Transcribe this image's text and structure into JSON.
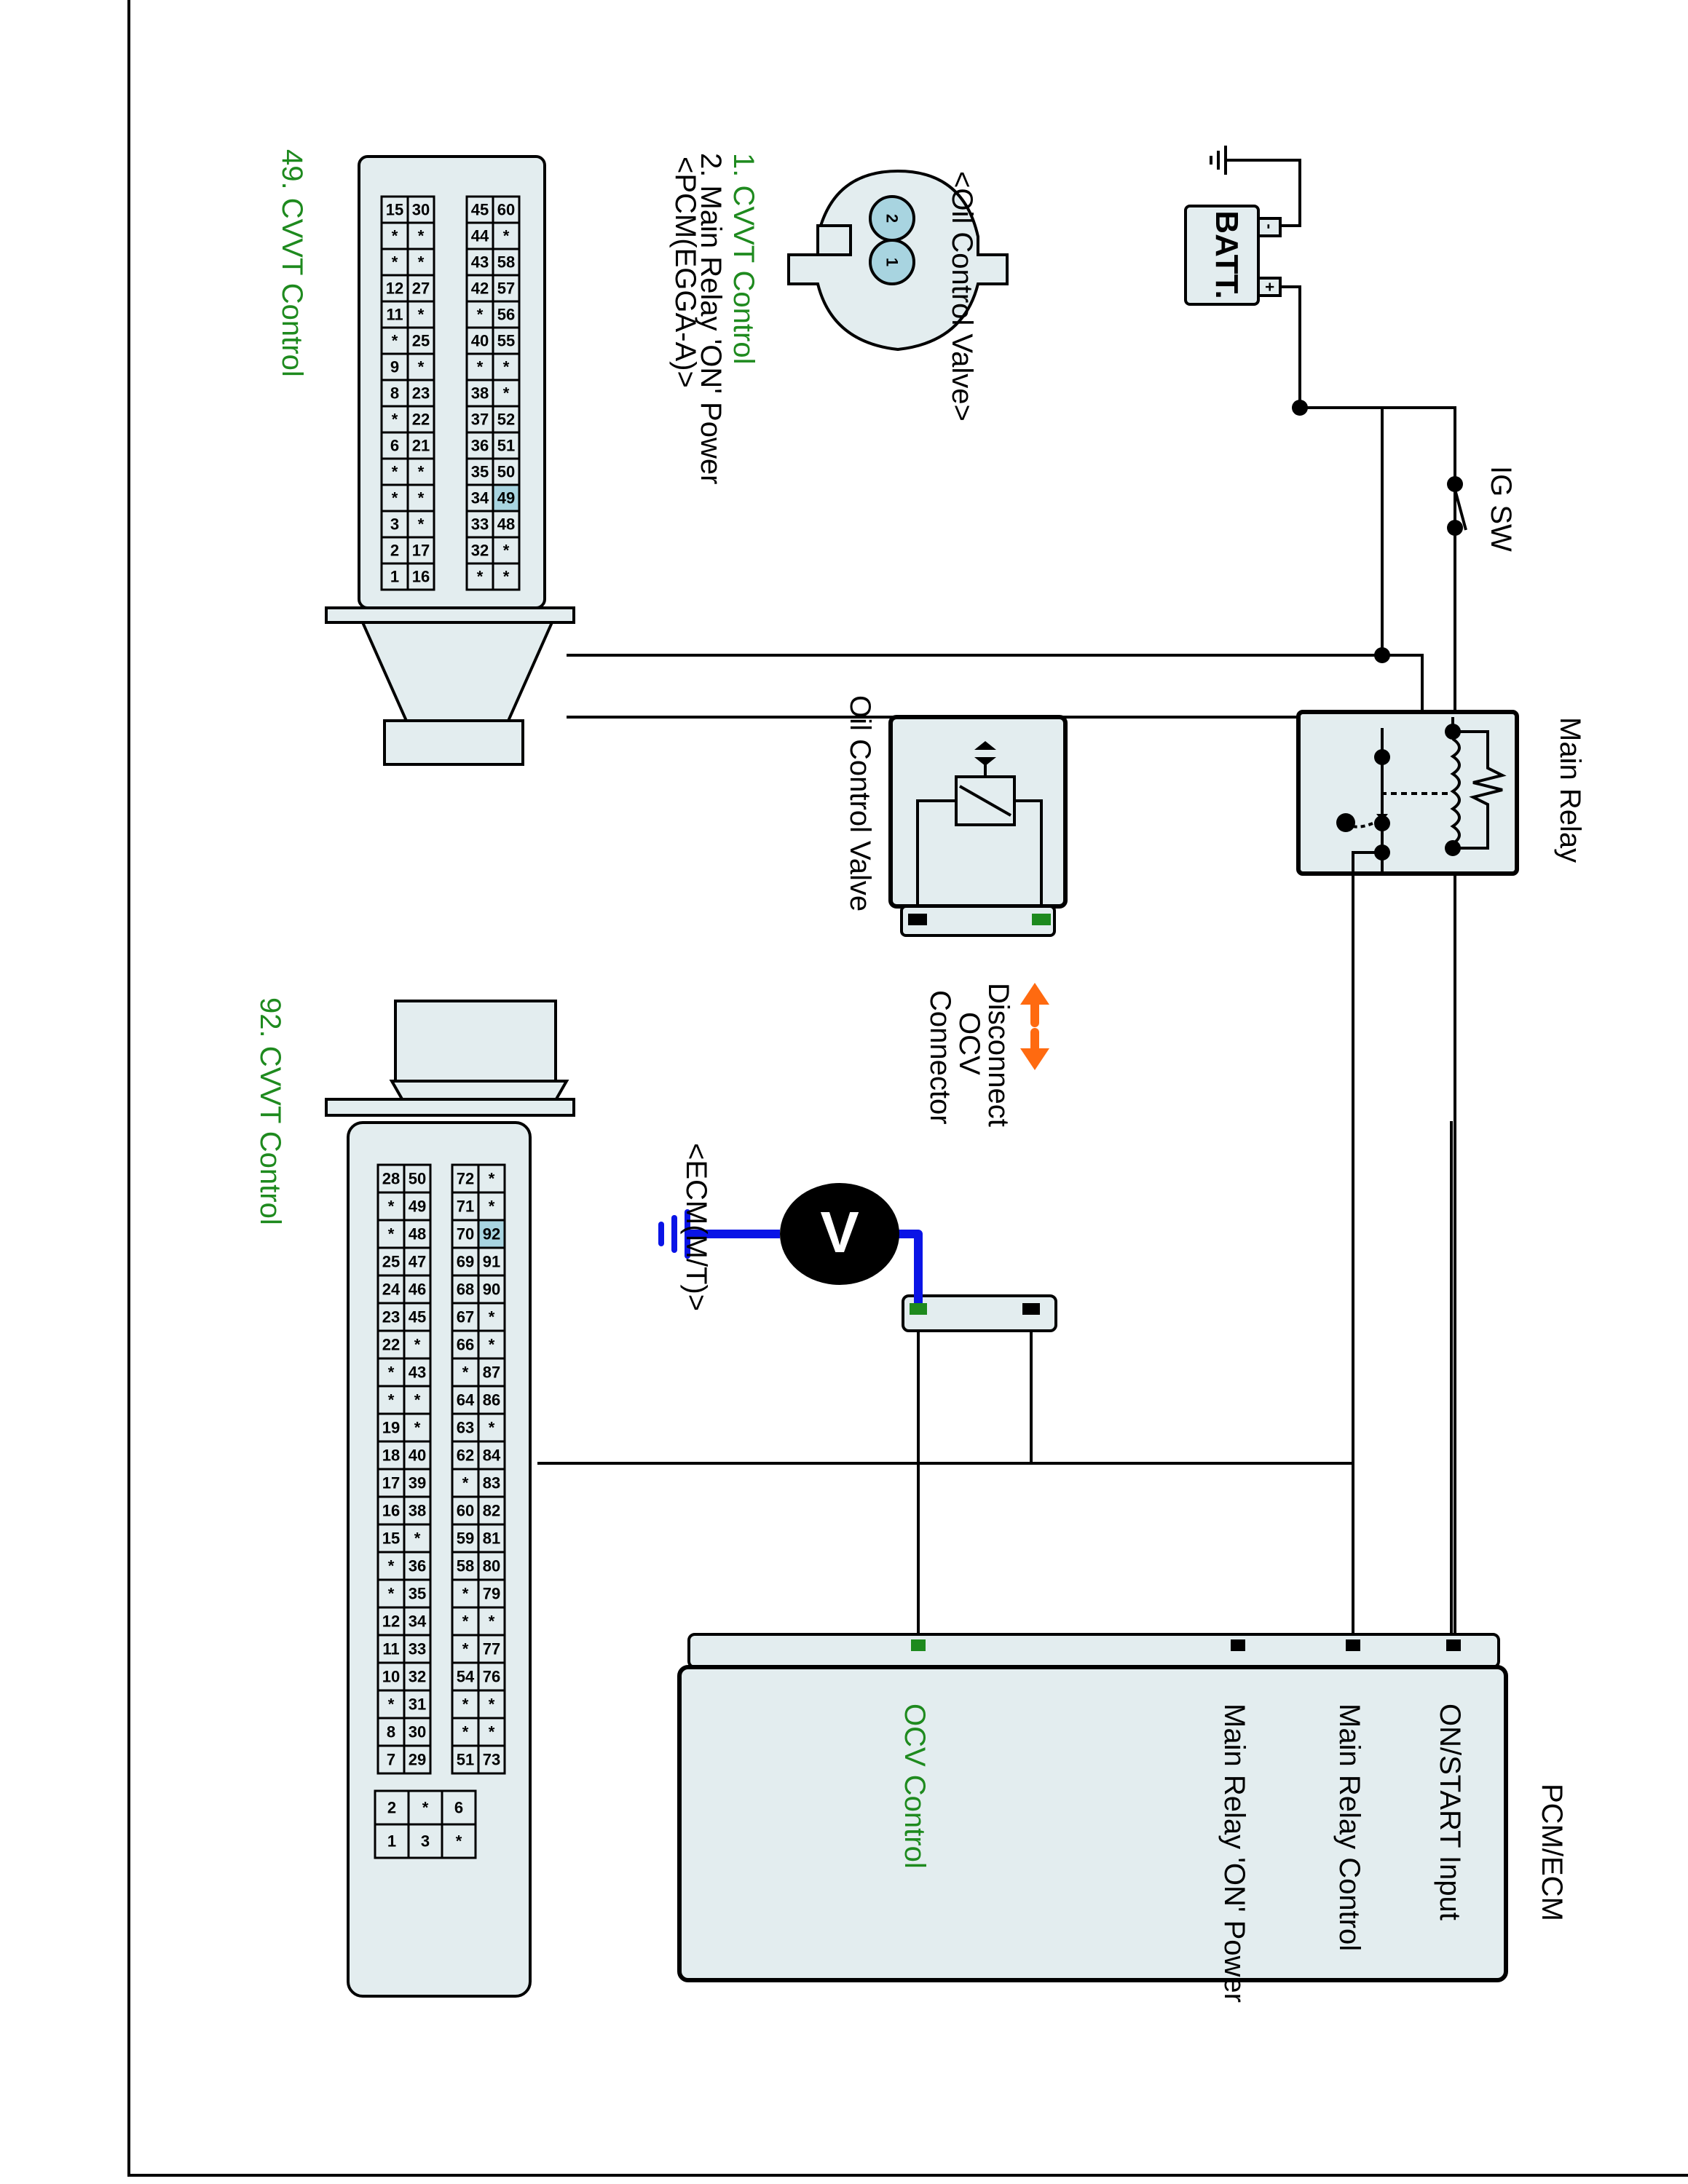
{
  "colors": {
    "component_fill": "#e3edef",
    "highlight_pin": "#a8d4e0",
    "signal_green": "#1e8a1e",
    "probe_blue": "#0a14e6",
    "arrow_orange": "#ff6a10",
    "wire": "#000000"
  },
  "battery": {
    "label": "BATT.",
    "terminal_neg": "-",
    "terminal_pos": "+"
  },
  "ig_switch": {
    "label": "IG SW"
  },
  "main_relay": {
    "label": "Main Relay"
  },
  "oil_control_valve": {
    "label": "Oil Control Valve"
  },
  "disconnect_note": {
    "lines": [
      "Disconnect",
      "OCV",
      "Connector"
    ]
  },
  "voltmeter": {
    "symbol": "V"
  },
  "pcm_ecm": {
    "title": "PCM/ECM",
    "terminals": [
      {
        "label": "ON/START Input",
        "color": "black"
      },
      {
        "label": "Main Relay Control",
        "color": "black"
      },
      {
        "label": "Main Relay 'ON' Power",
        "color": "black"
      },
      {
        "label": "OCV Control",
        "color": "green"
      }
    ]
  },
  "ocv_connector": {
    "title": "<Oil Control Valve>",
    "pins": [
      "2",
      "1"
    ],
    "legend": [
      {
        "text": "1. CVVT Control",
        "color": "green"
      },
      {
        "text": "2. Main Relay 'ON' Power",
        "color": "black"
      }
    ]
  },
  "pcm_connector": {
    "title": "<PCM(EGGA-A)>",
    "highlight": "49",
    "caption": "49. CVVT Control",
    "rows": [
      [
        "60",
        "*",
        "58",
        "57",
        "56",
        "55",
        "*",
        "*",
        "52",
        "51",
        "50",
        "49",
        "48",
        "*",
        "*"
      ],
      [
        "45",
        "44",
        "43",
        "42",
        "*",
        "40",
        "*",
        "38",
        "37",
        "36",
        "35",
        "34",
        "33",
        "32",
        "*"
      ],
      [
        "30",
        "*",
        "*",
        "27",
        "*",
        "25",
        "*",
        "23",
        "22",
        "21",
        "*",
        "*",
        "*",
        "17",
        "16"
      ],
      [
        "15",
        "*",
        "*",
        "12",
        "11",
        "*",
        "9",
        "8",
        "*",
        "6",
        "*",
        "*",
        "3",
        "2",
        "1"
      ]
    ]
  },
  "ecm_connector": {
    "title": "<ECM(M/T)>",
    "highlight": "92",
    "caption": "92. CVVT Control",
    "rows": [
      [
        "*",
        "*",
        "92",
        "91",
        "90",
        "*",
        "*",
        "87",
        "86",
        "*",
        "84",
        "83",
        "82",
        "81",
        "80",
        "79",
        "*",
        "77",
        "76",
        "*",
        "*",
        "73"
      ],
      [
        "72",
        "71",
        "70",
        "69",
        "68",
        "67",
        "66",
        "*",
        "64",
        "63",
        "62",
        "*",
        "60",
        "59",
        "58",
        "*",
        "*",
        "*",
        "54",
        "*",
        "*",
        "51"
      ],
      [
        "50",
        "49",
        "48",
        "47",
        "46",
        "45",
        "*",
        "43",
        "*",
        "*",
        "40",
        "39",
        "38",
        "*",
        "36",
        "35",
        "34",
        "33",
        "32",
        "31",
        "30",
        "29"
      ],
      [
        "28",
        "*",
        "*",
        "25",
        "24",
        "23",
        "22",
        "*",
        "*",
        "19",
        "18",
        "17",
        "16",
        "15",
        "*",
        "*",
        "12",
        "11",
        "10",
        "*",
        "8",
        "7"
      ]
    ],
    "small_block": [
      [
        "6",
        "*",
        "2"
      ],
      [
        "*",
        "3",
        "1"
      ]
    ]
  }
}
